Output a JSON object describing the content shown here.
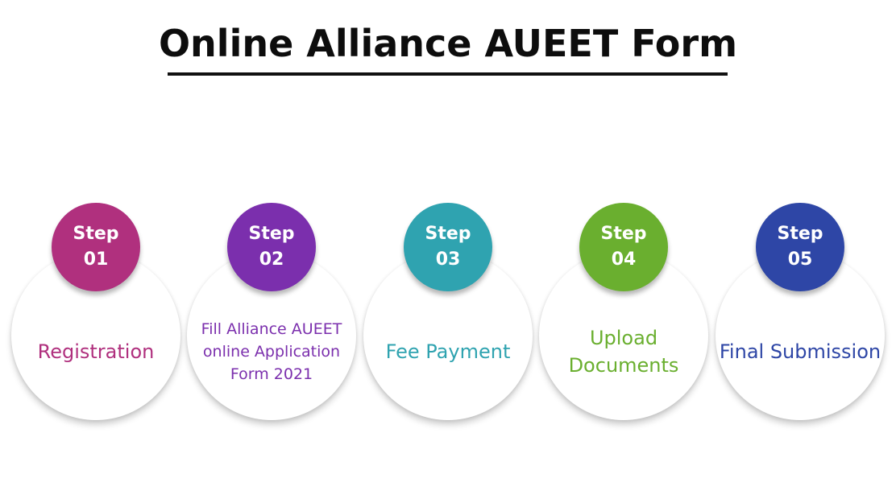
{
  "title": "Online Alliance AUEET Form",
  "steps": [
    {
      "step_word": "Step",
      "number": "01",
      "label": "Registration",
      "color": "#b0307e"
    },
    {
      "step_word": "Step",
      "number": "02",
      "label": "Fill Alliance AUEET online Application Form 2021",
      "color": "#7b2fad"
    },
    {
      "step_word": "Step",
      "number": "03",
      "label": "Fee Payment",
      "color": "#2fa3b0"
    },
    {
      "step_word": "Step",
      "number": "04",
      "label": "Upload Documents",
      "color": "#6aaf2f"
    },
    {
      "step_word": "Step",
      "number": "05",
      "label": "Final Submission",
      "color": "#2e46a6"
    }
  ]
}
